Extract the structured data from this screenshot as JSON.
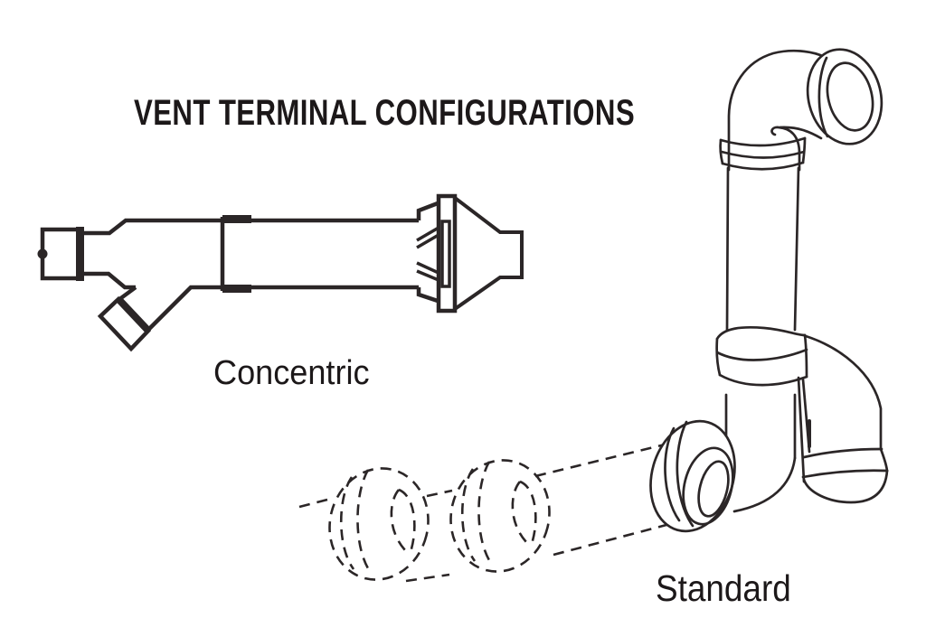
{
  "page": {
    "background_color": "#ffffff",
    "line_color": "#2b2627",
    "text_color": "#1c1819"
  },
  "figure": {
    "title": "VENT TERMINAL CONFIGURATIONS",
    "illustrations": [
      {
        "id": "concentric",
        "caption": "Concentric",
        "style": "solid-outline"
      },
      {
        "id": "standard",
        "caption": "Standard",
        "style": "solid-outline-with-dashed-hidden-pipe"
      }
    ]
  }
}
